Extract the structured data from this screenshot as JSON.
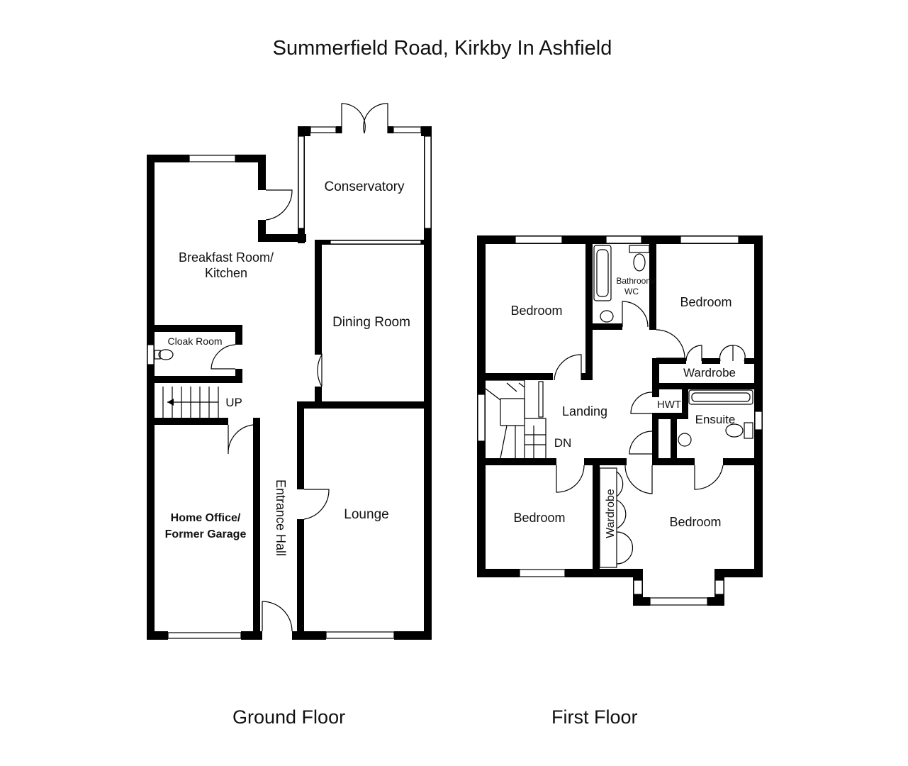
{
  "title": "Summerfield Road, Kirkby In Ashfield",
  "floors": {
    "ground": {
      "label": "Ground Floor",
      "rooms": {
        "conservatory": "Conservatory",
        "breakfast_line1": "Breakfast Room/",
        "breakfast_line2": "Kitchen",
        "dining": "Dining Room",
        "cloak": "Cloak Room",
        "up": "UP",
        "office_line1": "Home Office/",
        "office_line2": "Former Garage",
        "entrance": "Entrance Hall",
        "lounge": "Lounge"
      }
    },
    "first": {
      "label": "First Floor",
      "rooms": {
        "bedroom_nw": "Bedroom",
        "bathroom_line1": "Bathroom/",
        "bathroom_line2": "WC",
        "bedroom_ne": "Bedroom",
        "wardrobe_top": "Wardrobe",
        "landing": "Landing",
        "hwt": "HWT",
        "ensuite": "Ensuite",
        "dn": "DN",
        "bedroom_sw": "Bedroom",
        "wardrobe_side": "Wardrobe",
        "bedroom_se": "Bedroom"
      }
    }
  }
}
